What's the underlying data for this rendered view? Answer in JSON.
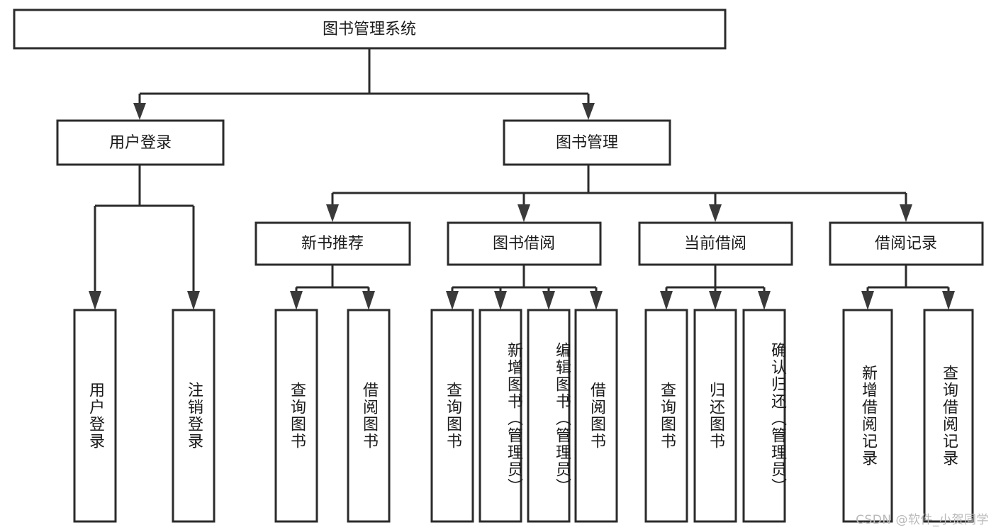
{
  "diagram": {
    "type": "tree-hierarchy",
    "title": "图书管理系统",
    "watermark": "CSDN @软件_小贺同学",
    "root": {
      "id": "root",
      "label": "图书管理系统"
    },
    "level2": [
      {
        "id": "user-login",
        "label": "用户登录"
      },
      {
        "id": "book-manage",
        "label": "图书管理"
      }
    ],
    "level3": [
      {
        "id": "new-book-recommend",
        "label": "新书推荐",
        "parent": "book-manage"
      },
      {
        "id": "book-borrow",
        "label": "图书借阅",
        "parent": "book-manage"
      },
      {
        "id": "current-borrow",
        "label": "当前借阅",
        "parent": "book-manage"
      },
      {
        "id": "borrow-record",
        "label": "借阅记录",
        "parent": "book-manage"
      }
    ],
    "leaves": {
      "user-login": [
        {
          "id": "leaf-user-login",
          "label": "用户登录"
        },
        {
          "id": "leaf-logout",
          "label": "注销登录"
        }
      ],
      "new-book-recommend": [
        {
          "id": "leaf-query-book-1",
          "label": "查询图书"
        },
        {
          "id": "leaf-borrow-book-1",
          "label": "借阅图书"
        }
      ],
      "book-borrow": [
        {
          "id": "leaf-query-book-2",
          "label": "查询图书"
        },
        {
          "id": "leaf-add-book",
          "label": "新增图书（管理员）"
        },
        {
          "id": "leaf-edit-book",
          "label": "编辑图书（管理员）"
        },
        {
          "id": "leaf-borrow-book-2",
          "label": "借阅图书"
        }
      ],
      "current-borrow": [
        {
          "id": "leaf-query-book-3",
          "label": "查询图书"
        },
        {
          "id": "leaf-return-book",
          "label": "归还图书"
        },
        {
          "id": "leaf-confirm-return",
          "label": "确认归还（管理员）"
        }
      ],
      "borrow-record": [
        {
          "id": "leaf-add-record",
          "label": "新增借阅记录"
        },
        {
          "id": "leaf-query-record",
          "label": "查询借阅记录"
        }
      ]
    },
    "colors": {
      "box_fill": "#ffffff",
      "box_stroke": "#2b2b2b",
      "text": "#1a1a1a",
      "background": "#ffffff",
      "watermark": "#b9b9b9"
    }
  }
}
